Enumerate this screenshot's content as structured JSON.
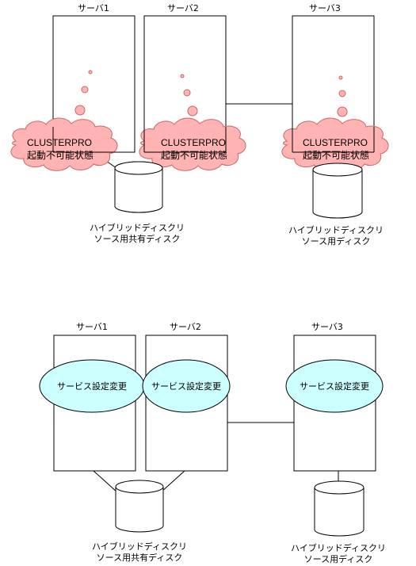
{
  "top": {
    "servers": [
      {
        "label": "サーバ1"
      },
      {
        "label": "サーバ2"
      },
      {
        "label": "サーバ3"
      }
    ],
    "cloud_text_line1": "CLUSTERPRO",
    "cloud_text_line2": "起動不可能状態",
    "shared_disk_label_line1": "ハイブリッドディスクリ",
    "shared_disk_label_line2": "ソース用共有ディスク",
    "single_disk_label_line1": "ハイブリッドディスクリ",
    "single_disk_label_line2": "ソース用ディスク"
  },
  "bottom": {
    "servers": [
      {
        "label": "サーバ1"
      },
      {
        "label": "サーバ2"
      },
      {
        "label": "サーバ3"
      }
    ],
    "oval_text": "サービス設定変更",
    "shared_disk_label_line1": "ハイブリッドディスクリ",
    "shared_disk_label_line2": "ソース用共有ディスク",
    "single_disk_label_line1": "ハイブリッドディスクリ",
    "single_disk_label_line2": "ソース用ディスク"
  },
  "colors": {
    "cloud_fill": "#ffb3b3",
    "oval_fill": "#ccffff",
    "line": "#000000"
  }
}
